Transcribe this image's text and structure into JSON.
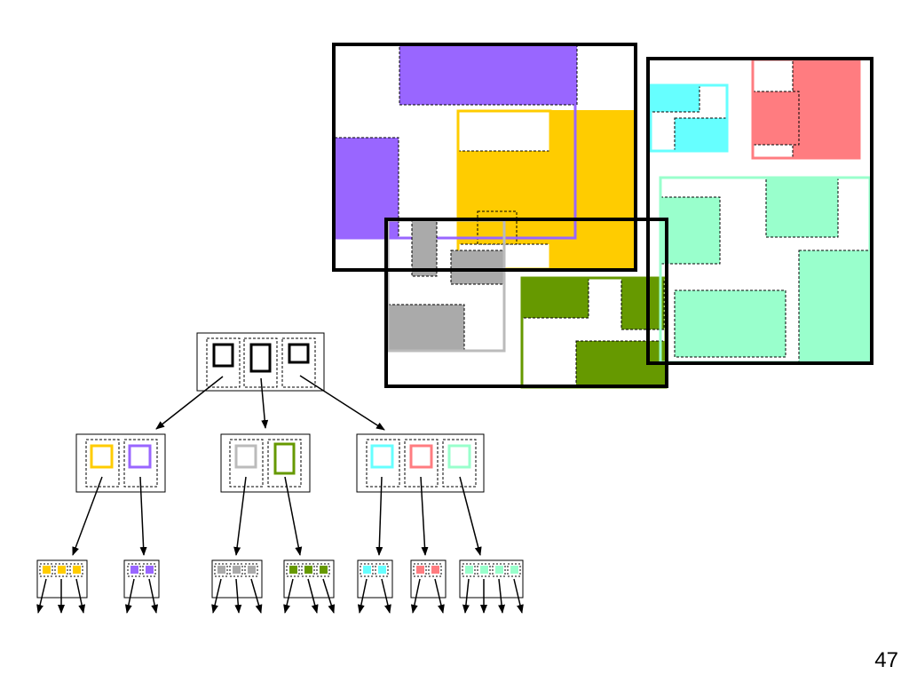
{
  "slide": {
    "page_number": "47"
  },
  "colors": {
    "black": "#000000",
    "purple": "#9966ff",
    "yellow": "#ffcc00",
    "gray": "#aaaaaa",
    "gray_outline": "#bbbbbb",
    "green": "#669900",
    "cyan": "#66ffff",
    "red": "#ff7c80",
    "mint": "#99ffcc"
  },
  "tree": {
    "root_entries": 3,
    "groups": [
      {
        "name": "left",
        "children": [
          "yellow",
          "purple"
        ]
      },
      {
        "name": "middle",
        "children": [
          "gray",
          "green"
        ]
      },
      {
        "name": "right",
        "children": [
          "cyan",
          "red",
          "mint"
        ]
      }
    ],
    "leaf_item_counts": {
      "yellow": 3,
      "purple": 2,
      "gray": 3,
      "green": 3,
      "cyan": 2,
      "red": 2,
      "mint": 4
    }
  }
}
